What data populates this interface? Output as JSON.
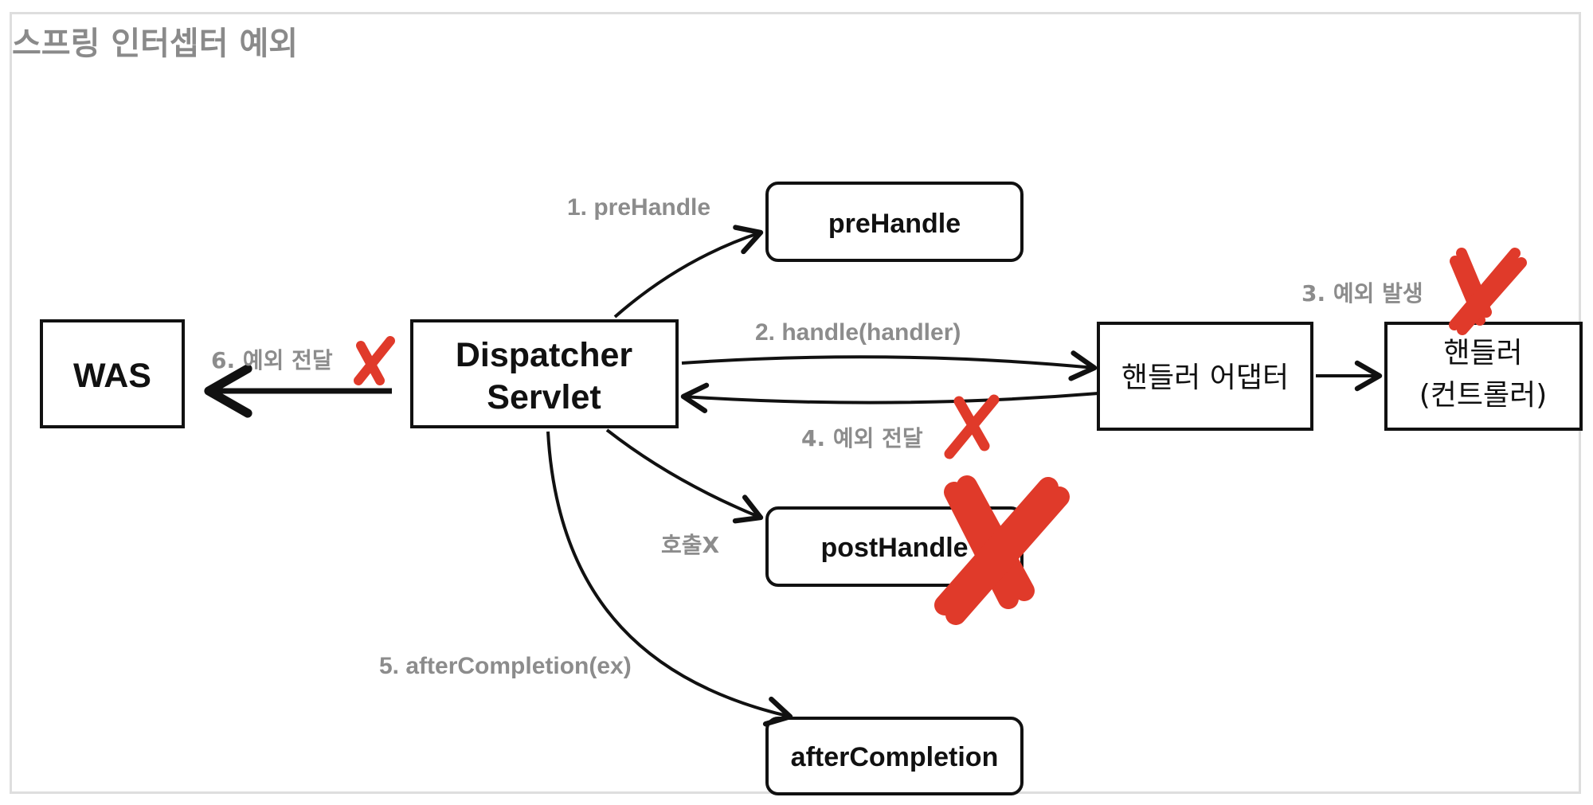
{
  "title": "스프링 인터셉터 예외",
  "nodes": {
    "was": "WAS",
    "dispatcher_line1": "Dispatcher",
    "dispatcher_line2": "Servlet",
    "prehandle": "preHandle",
    "posthandle": "postHandle",
    "aftercompletion": "afterCompletion",
    "handler_adapter": "핸들러 어댑터",
    "handler_line1": "핸들러",
    "handler_line2": "(컨트롤러)"
  },
  "edges": {
    "step1": "1. preHandle",
    "step2": "2. handle(handler)",
    "step3": "3. 예외 발생",
    "step4": "4. 예외 전달",
    "step5": "5. afterCompletion(ex)",
    "step6": "6. 예외 전달",
    "no_call": "호출X"
  },
  "colors": {
    "x_mark": "#e03a2a",
    "label_gray": "#8c8c8c",
    "frame": "#dedede"
  },
  "icons": [
    "x-mark-icon",
    "arrow-icon"
  ]
}
